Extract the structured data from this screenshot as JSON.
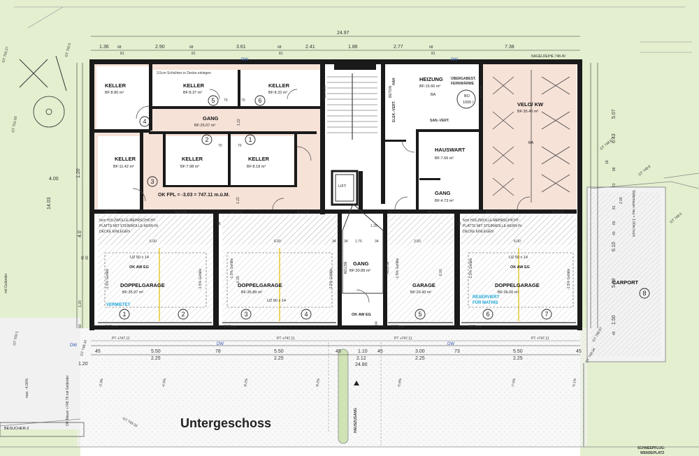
{
  "title": "Untergeschoss",
  "street_labels": {
    "nagelreihe": "NAGELREIHE 748.40",
    "besucher": "BESUCHER-2",
    "schneepflug_1": "SCHNEEPFLUG-",
    "schneepflug_2": "WENDEPLATZ",
    "hauszugang": "HAUSZUGANG",
    "stuetzmauer": "Stützmauer neu = 1.00m hoch",
    "ok_mauer": "OK Mauer +748.75 mit Geländer",
    "mit_gelander": "mit Geländer",
    "max": "max. -4.00%"
  },
  "spot_heights": {
    "gt_top_left": "GT 750.27",
    "gt_left": "GT 751.50",
    "gt_right_mid": "GT 748.67",
    "gt_right_2": "GT 748.6",
    "gt_right_3": "GT 748.5",
    "gt_bottom": "GT 748.33",
    "gt_lower_right": "GT 748.34",
    "gt_lower_right_2": "GT 748.67",
    "gt_lower_left": "GT 748.10",
    "gt_left_low": "GT 750.1",
    "gt_top2": "GT 750.5"
  },
  "top_dims": {
    "total": "24.97",
    "segments": [
      "1.36",
      "68",
      "81",
      "2.90",
      "68",
      "81",
      "3.61",
      "68",
      "81",
      "2.41",
      "1.86",
      "2.77",
      "68",
      "81",
      "7.38"
    ]
  },
  "bottom_dims": {
    "row1": [
      "45",
      "5.50",
      "78",
      "5.50",
      "45",
      "1.10",
      "45",
      "3.00",
      "73",
      "5.50",
      "45"
    ],
    "row2": [
      "1.20",
      "2.25",
      "2.25",
      "2.12",
      "2.25",
      "2.25"
    ],
    "total": "24.80"
  },
  "left_dims": [
    "14.03",
    "4.00",
    "1.20",
    "4.0",
    "45",
    "40",
    "1.20",
    "60"
  ],
  "right_dims": [
    "5.07",
    "6.43",
    "18",
    "88",
    "73",
    "2.05",
    "81",
    "66",
    "40",
    "6.10",
    "5.39",
    "1.50",
    "45"
  ],
  "pt_labels": [
    "PT +747.11",
    "PT +747.11",
    "PT +747.11",
    "PT +747.11"
  ],
  "dw_labels": [
    "DW",
    "DW",
    "DW",
    "DW",
    "DW"
  ],
  "beton": "BETON",
  "notes": {
    "schichtex": "3.5cm Schichtex in Decke einlegen",
    "holz_1": "5cm HOLZWOLLE-MEHRSCHICHT-",
    "holz_2": "PLATTE MIT STEINWOLLE-KERN IN",
    "holz_3": "DECKE EINLEGEN",
    "ok_fpl": "OK FPL = -3.03 = 747.11 m.ü.M.",
    "uz_1": "UZ 50 x 14",
    "uz_2": "UZ 50 x 14",
    "uz_3": "UZ 50 x 14",
    "gefaelle": "-1.5% Gefälle",
    "w_rinne": "W-Rinne",
    "ok_aweg": "OK AW EG",
    "vermietet": "VERMIETET",
    "reserviert_1": "RESERVIERT",
    "reserviert_2": "FÜR MATHIS",
    "lift": "LIFT",
    "bo": "BO",
    "bo_vol": "1000 l",
    "ba": "BA",
    "elek": "ELEK.-VERT.",
    "hak": "HAK",
    "san_vert": "SAN.-VERT.",
    "uebergabe_1": "ÜBERGABEST.",
    "uebergabe_2": "FERNWÄRME",
    "slope_pct": [
      "-3.3%",
      "-4.5%",
      "-8.2%",
      "-8.2%",
      "-5.6%",
      "-7.5%",
      "-5.1%"
    ]
  },
  "rooms": {
    "keller1": {
      "name": "KELLER",
      "area": "BF:8.80 m²"
    },
    "keller2": {
      "name": "KELLER",
      "area": "BF:8.37 m²"
    },
    "keller3": {
      "name": "KELLER",
      "area": "BF:8.32 m²"
    },
    "gang1": {
      "name": "GANG",
      "area": "BF:25.07 m²"
    },
    "keller4": {
      "name": "KELLER",
      "area": "BF:11.42 m²"
    },
    "keller5": {
      "name": "KELLER",
      "area": "BF:7.98 m²"
    },
    "keller6": {
      "name": "KELLER",
      "area": "BF:8.18 m²"
    },
    "heizung": {
      "name": "HEIZUNG",
      "area": "BF:15.60 m²"
    },
    "velo": {
      "name": "VELO/ KW",
      "area": "BF:35.40 m²"
    },
    "hauswart": {
      "name": "HAUSWART",
      "area": "BF:7.66 m²"
    },
    "gang2": {
      "name": "GANG",
      "area": "BF:4.73 m²"
    },
    "gang3": {
      "name": "GANG",
      "area": "BF:30.89 m²"
    },
    "garage1": {
      "name": "DOPPELGARAGE",
      "area": "BF:35.97 m²"
    },
    "garage2": {
      "name": "DOPPELGARAGE",
      "area": "BF:35.89 m²"
    },
    "garage3": {
      "name": "GARAGE",
      "area": "BF:20.43 m²"
    },
    "garage4": {
      "name": "DOPPELGARAGE",
      "area": "BF:36.00 m²"
    },
    "carport": {
      "name": "CARPORT"
    }
  },
  "inner_dims": [
    "6.00",
    "6.00",
    "3.50",
    "6.00",
    "1.76",
    "34",
    "34",
    "18",
    "18",
    "6.25",
    "6.00",
    "1.26",
    "1.22",
    "1.22",
    "70",
    "70",
    "70",
    "70",
    "34",
    "1.04"
  ],
  "numbers": [
    "1",
    "2",
    "3",
    "4",
    "5",
    "6",
    "1",
    "2",
    "3",
    "4",
    "5",
    "6",
    "7",
    "8"
  ]
}
